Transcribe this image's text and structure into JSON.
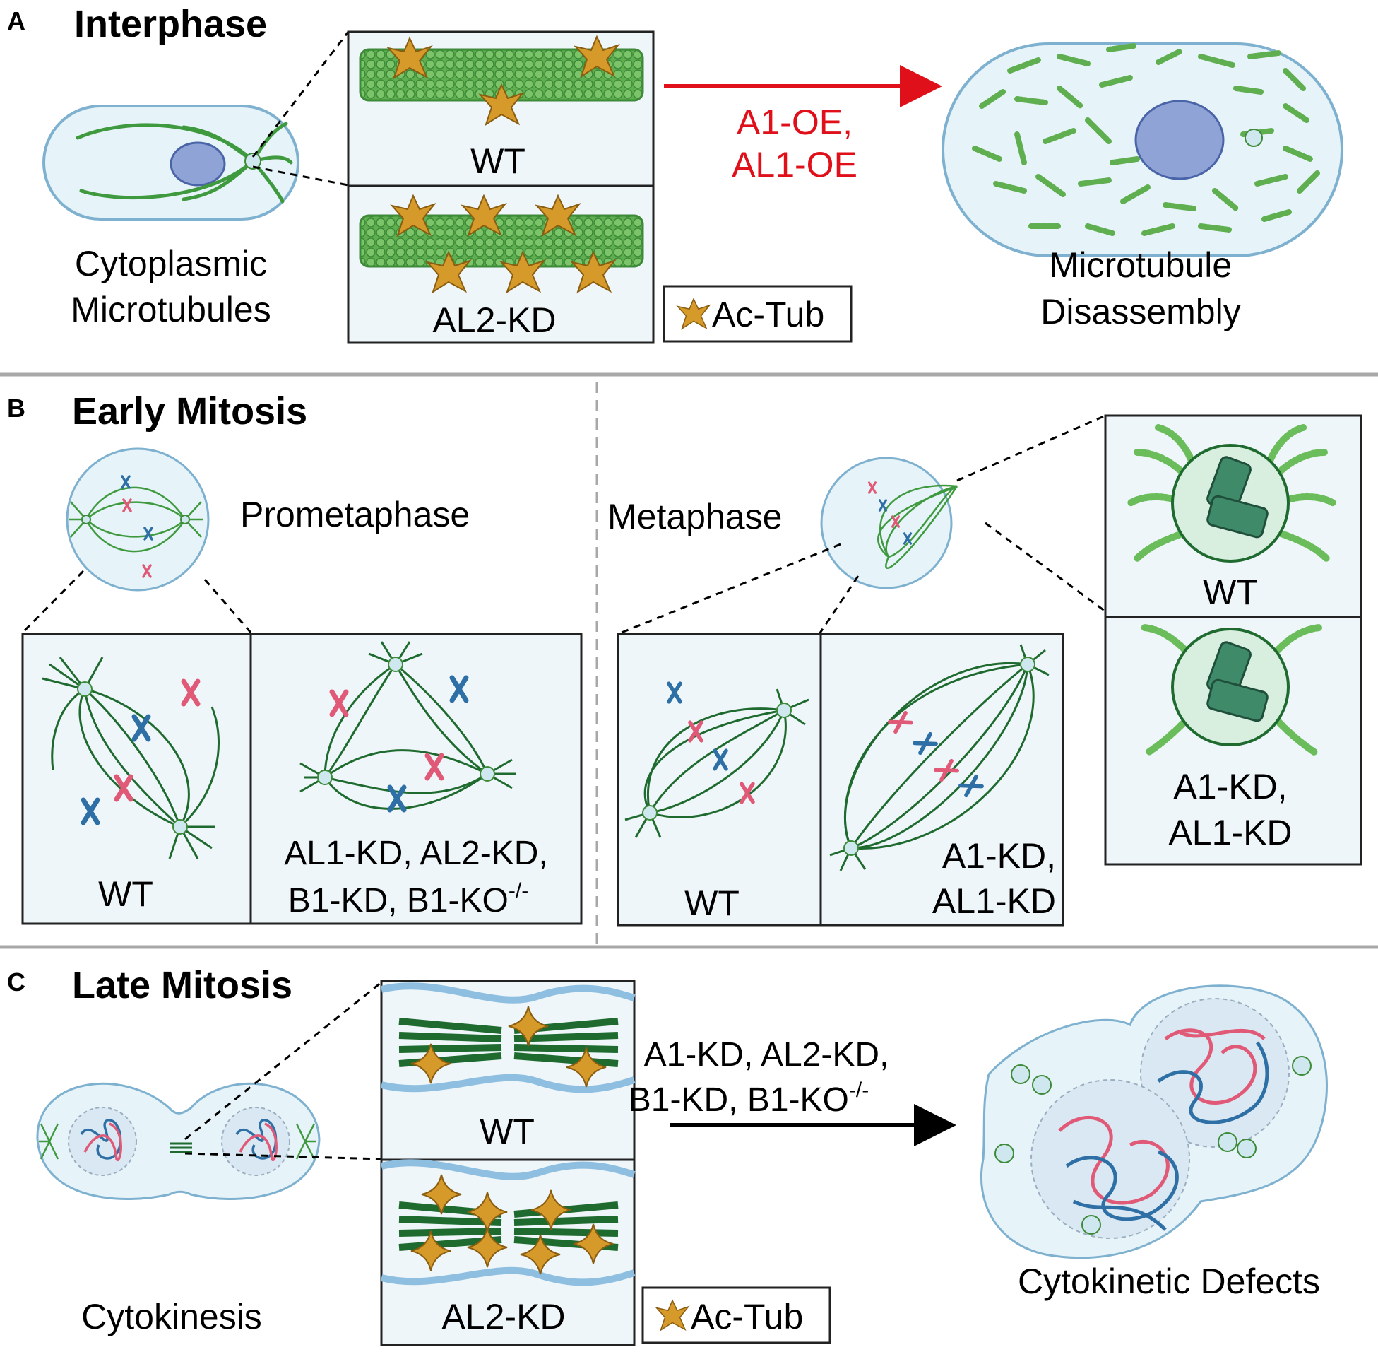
{
  "colors": {
    "panel_fill": "#eef6fa",
    "cell_fill": "#e6f3f8",
    "cell_stroke": "#7eb1cf",
    "nucleus": "#8fa3d6",
    "microtubule": "#3f9a3f",
    "dark_microtubule": "#1f6b2f",
    "star": "#d59a2a",
    "red_label": "#e0101a",
    "chrom_pink": "#e05a78",
    "chrom_blue": "#2e6fa6",
    "divider": "#a8a8a8"
  },
  "panelA": {
    "letter": "A",
    "title": "Interphase",
    "left_caption": [
      "Cytoplasmic",
      "Microtubules"
    ],
    "box_top_label": "WT",
    "box_bottom_label": "AL2-KD",
    "arrow_label": [
      "A1-OE,",
      "AL1-OE"
    ],
    "right_caption": [
      "Microtubule",
      "Disassembly"
    ],
    "legend_label": "Ac-Tub"
  },
  "panelB": {
    "letter": "B",
    "title": "Early Mitosis",
    "prometaphase_label": "Prometaphase",
    "metaphase_label": "Metaphase",
    "pro_box_left_label": "WT",
    "pro_box_right_label": [
      "AL1-KD, AL2-KD,",
      "B1-KD, B1-KO"
    ],
    "ko_superscript": "-/-",
    "meta_box_left_label": "WT",
    "meta_box_right_label": [
      "A1-KD,",
      "AL1-KD"
    ],
    "centrosome_top_label": "WT",
    "centrosome_bottom_label": [
      "A1-KD,",
      "AL1-KD"
    ]
  },
  "panelC": {
    "letter": "C",
    "title": "Late Mitosis",
    "left_caption": "Cytokinesis",
    "box_top_label": "WT",
    "box_bottom_label": "AL2-KD",
    "arrow_label": [
      "A1-KD, AL2-KD,",
      "B1-KD, B1-KO"
    ],
    "ko_superscript": "-/-",
    "right_caption": "Cytokinetic Defects",
    "legend_label": "Ac-Tub"
  }
}
